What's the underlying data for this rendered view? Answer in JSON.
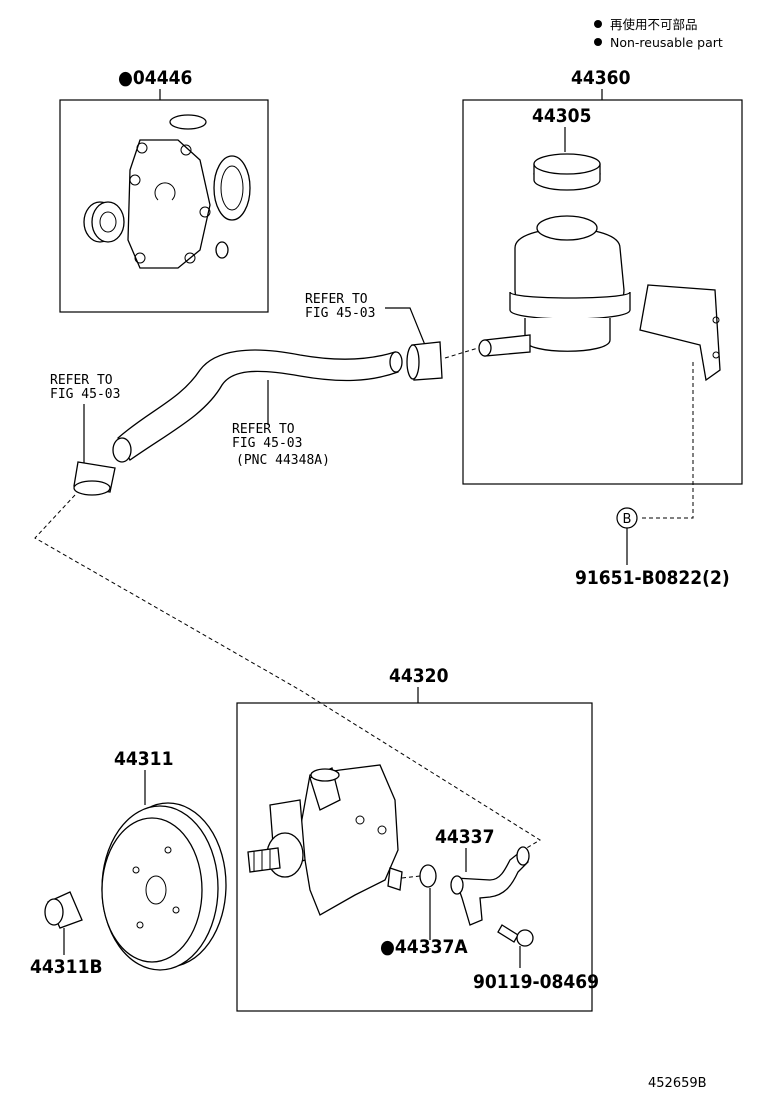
{
  "legend": {
    "marker": "●",
    "line_jp": "再使用不可部品",
    "line_en": "Non-reusable part"
  },
  "labels": {
    "kit_04446": "●04446",
    "reservoir_44360": "44360",
    "cap_44305": "44305",
    "pump_44320": "44320",
    "pulley_44311": "44311",
    "nut_44311b": "44311B",
    "union_44337": "44337",
    "oring_44337a": "●44337A",
    "bolt_90119": "90119-08469",
    "bolt_91651": "91651-B0822(2)",
    "circle_b": "B",
    "diagram_code": "452659B"
  },
  "refs": {
    "ref1": {
      "line1": "REFER TO",
      "line2": "FIG 45-03"
    },
    "ref2": {
      "line1": "REFER TO",
      "line2": "FIG 45-03"
    },
    "ref3": {
      "line1": "REFER TO",
      "line2": "FIG 45-03",
      "line3": "(PNC 44348A)"
    }
  }
}
